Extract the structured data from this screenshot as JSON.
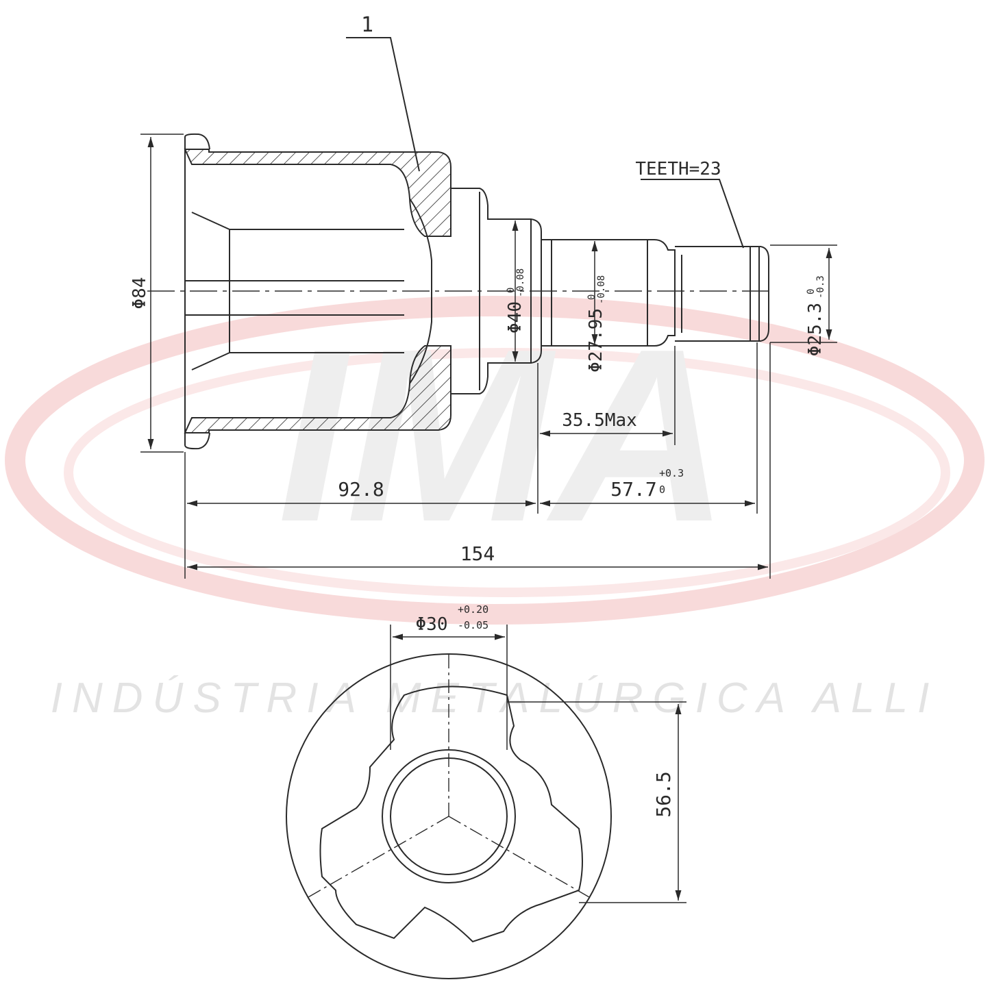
{
  "watermark": {
    "logo_text": "IMA",
    "tagline": "INDÚSTRIA METALÚRGICA ALLI",
    "ring_color": "#f6d3d3",
    "text_color": "#e6e6e6"
  },
  "drawing": {
    "line_color": "#2a2a2a",
    "part_callout": "1",
    "teeth_note": "TEETH=23",
    "dimensions": {
      "outer_diameter": "Φ84",
      "neck_diameter": "Φ40",
      "neck_tol_upper": "0",
      "neck_tol_lower": "-0.08",
      "shaft_diameter": "Φ27.95",
      "shaft_tol_upper": "0",
      "shaft_tol_lower": "-0.08",
      "spline_diameter": "Φ25.3",
      "spline_tol_upper": "0",
      "spline_tol_lower": "-0.3",
      "shaft_max": "35.5Max",
      "body_length": "92.8",
      "stem_length": "57.7",
      "stem_tol_upper": "+0.3",
      "stem_tol_lower": "0",
      "total_length": "154",
      "bore_diameter": "Φ30",
      "bore_tol_upper": "+0.20",
      "bore_tol_lower": "-0.05",
      "track_height": "56.5"
    }
  }
}
